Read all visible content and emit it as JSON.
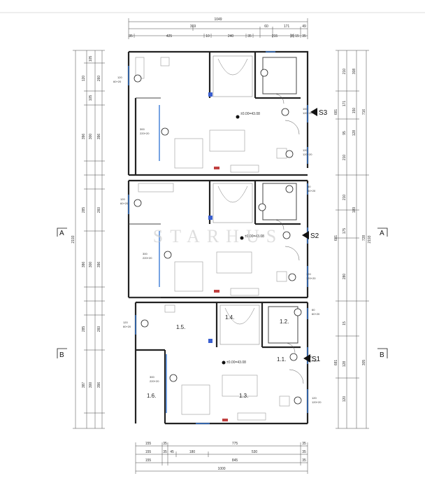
{
  "dimensions": {
    "top": {
      "total": "1049",
      "row1": [
        "369",
        "60",
        "171",
        "49"
      ],
      "row2": [
        "35",
        "425",
        "10",
        "240",
        "35",
        "215",
        "35",
        "15",
        "35"
      ]
    },
    "bottom": {
      "row1": [
        "155",
        "35",
        "775",
        "35"
      ],
      "row2": [
        "155",
        "35",
        "45",
        "180",
        "530",
        "35"
      ],
      "row3": [
        "155",
        "845",
        "35"
      ],
      "total": "1000"
    },
    "left": {
      "total": "2193",
      "upper": [
        "15",
        "105",
        "120",
        "260",
        "105",
        "15",
        "396",
        "300",
        "86",
        "15",
        "45",
        "60",
        "120",
        "285",
        "260",
        "105",
        "15"
      ],
      "middle": [
        "386",
        "300",
        "396",
        "86",
        "15",
        "45",
        "60",
        "120",
        "260",
        "285",
        "105",
        "15"
      ],
      "lower": [
        "387",
        "300",
        "396",
        "87",
        "45",
        "15"
      ]
    },
    "right": {
      "total": "2193",
      "vals": [
        "15",
        "210",
        "308",
        "171",
        "716",
        "681",
        "150",
        "95",
        "128",
        "210",
        "15",
        "15",
        "60",
        "210",
        "681",
        "189",
        "728",
        "175",
        "128",
        "280",
        "120",
        "15",
        "15",
        "60",
        "301",
        "681",
        "189",
        "175",
        "761",
        "305",
        "128",
        "281",
        "120",
        "15",
        "15"
      ]
    }
  },
  "windows": {
    "w1": [
      "120",
      "60+20"
    ],
    "w2": [
      "300",
      "220+20"
    ],
    "w3": [
      "120",
      "120+20"
    ],
    "w4": [
      "60",
      "60+20"
    ],
    "w5": [
      "60",
      "60+20"
    ],
    "w6": [
      "100",
      "120+20"
    ],
    "w7": [
      "100",
      "220+20"
    ]
  },
  "elevation": "±0.00=43.08",
  "rooms": [
    "1.1.",
    "1.2.",
    "1.3.",
    "1.4.",
    "1.5.",
    "1.6."
  ],
  "sections": [
    "S1",
    "S2",
    "S3",
    "A",
    "B"
  ],
  "watermark": "STARHUS"
}
